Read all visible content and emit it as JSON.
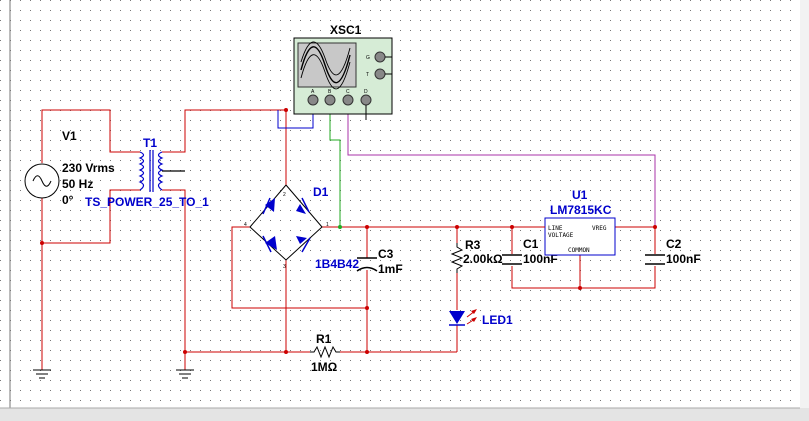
{
  "colors": {
    "wire_red": "#cc0000",
    "wire_green": "#22aa22",
    "wire_purple": "#aa33aa",
    "wire_blue": "#0000cc",
    "label_blue": "#0000cc",
    "label_black": "#000000",
    "scope_body": "#d6ecd6"
  },
  "oscilloscope": {
    "ref": "XSC1",
    "pin_g": "G",
    "pin_t": "T",
    "channels": [
      "A",
      "B",
      "C",
      "D"
    ]
  },
  "source": {
    "ref": "V1",
    "voltage": "230 Vrms",
    "frequency": "50 Hz",
    "phase": "0°"
  },
  "transformer": {
    "ref": "T1",
    "model": "TS_POWER_25_TO_1"
  },
  "bridge": {
    "ref": "D1",
    "model": "1B4B42",
    "pins": [
      "1",
      "2",
      "3",
      "4"
    ]
  },
  "capacitor_c3": {
    "ref": "C3",
    "value": "1mF"
  },
  "resistor_r3": {
    "ref": "R3",
    "value": "2.00kΩ"
  },
  "led": {
    "ref": "LED1"
  },
  "capacitor_c1": {
    "ref": "C1",
    "value": "100nF"
  },
  "regulator": {
    "ref": "U1",
    "model": "LM7815KC",
    "pin_line": "LINE",
    "pin_voltage": "VOLTAGE",
    "pin_vreg": "VREG",
    "pin_common": "COMMON"
  },
  "capacitor_c2": {
    "ref": "C2",
    "value": "100nF"
  },
  "resistor_r1": {
    "ref": "R1",
    "value": "1MΩ"
  }
}
